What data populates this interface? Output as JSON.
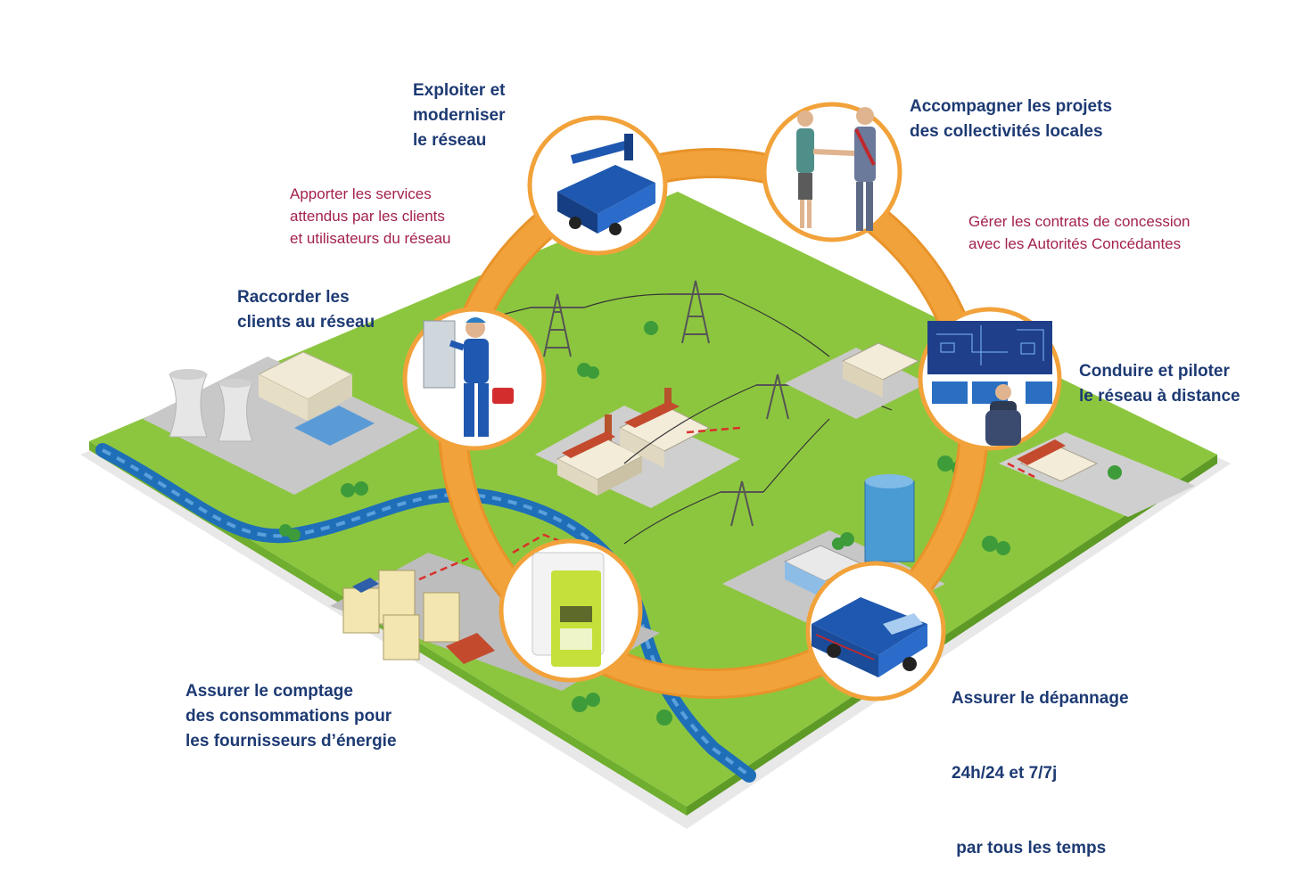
{
  "colors": {
    "ring": "#f2a23a",
    "ring_outline": "#e8932a",
    "grass": "#8cc63f",
    "grass_dark": "#6fae2e",
    "river": "#1f6fb8",
    "title_blue": "#1d3a73",
    "note_magenta": "#a3214f"
  },
  "labels": {
    "network": [
      "Exploiter et",
      "moderniser",
      "le réseau"
    ],
    "communities": [
      "Accompagner les projets",
      "des collectivités locales"
    ],
    "connect": [
      "Raccorder les",
      "clients au réseau"
    ],
    "remote": [
      "Conduire et piloter",
      "le réseau à distance"
    ],
    "metering": [
      "Assurer le comptage",
      "des consommations pour",
      "les fournisseurs d’énergie"
    ],
    "repair": [
      "Assurer le dépannage",
      "24h/24 et 7/7j",
      " par tous les temps"
    ]
  },
  "notes": {
    "services": [
      "Apporter les services",
      "attendus par les clients",
      "et utilisateurs du réseau"
    ],
    "contracts": [
      "Gérer les contrats de concession",
      "avec les Autorités Concédantes"
    ]
  },
  "illustrations": {
    "truck": "bucket-truck-illustration",
    "handshake": "handshake-illustration",
    "technician": "technician-panel-illustration",
    "control_room": "control-room-illustration",
    "meter": "smart-meter-illustration",
    "van": "service-van-illustration"
  }
}
